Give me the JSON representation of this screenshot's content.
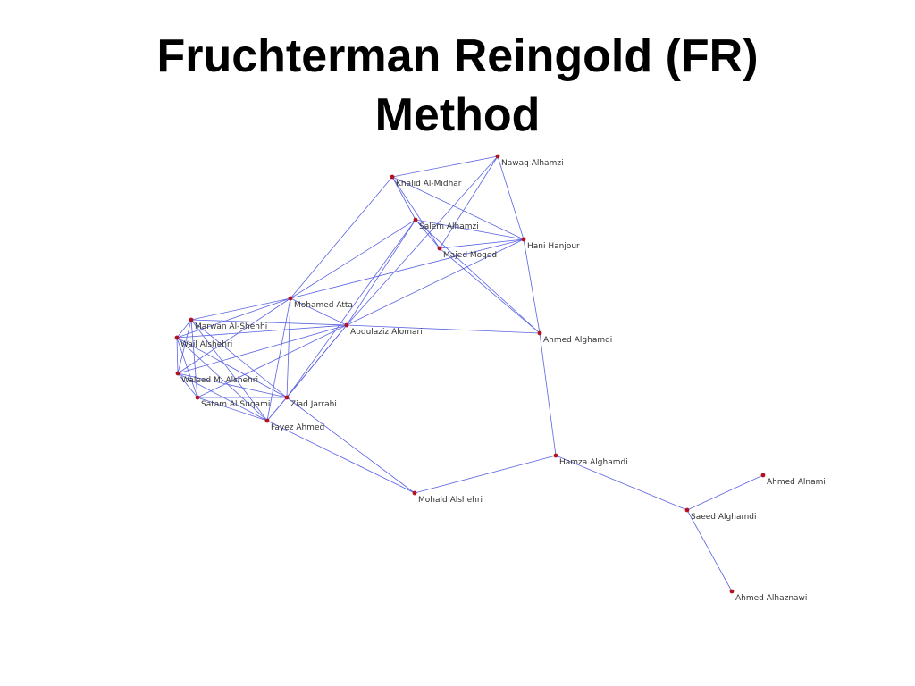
{
  "slide": {
    "title": "Fruchterman Reingold (FR) Method"
  },
  "graph": {
    "edge_color": "#5b63e3",
    "node_color": "#b3121f",
    "nodes": [
      {
        "label": "Nawaq Alhamzi"
      },
      {
        "label": "Khalid Al-Midhar"
      },
      {
        "label": "Salem Alhamzi"
      },
      {
        "label": "Hani Hanjour"
      },
      {
        "label": "Majed Moqed"
      },
      {
        "label": "Mohamed Atta"
      },
      {
        "label": "Abdulaziz Alomari"
      },
      {
        "label": "Ahmed Alghamdi"
      },
      {
        "label": "Marwan Al-Shehhi"
      },
      {
        "label": "Wail Alshehri"
      },
      {
        "label": "Waleed M. Alshehri"
      },
      {
        "label": "Satam Al Suqami"
      },
      {
        "label": "Ziad Jarrahi"
      },
      {
        "label": "Fayez Ahmed"
      },
      {
        "label": "Hamza Alghamdi"
      },
      {
        "label": "Mohald Alshehri"
      },
      {
        "label": "Ahmed Alnami"
      },
      {
        "label": "Saeed Alghamdi"
      },
      {
        "label": "Ahmed Alhaznawi"
      }
    ],
    "edges": [
      [
        0,
        1
      ],
      [
        0,
        3
      ],
      [
        0,
        4
      ],
      [
        0,
        6
      ],
      [
        1,
        2
      ],
      [
        1,
        4
      ],
      [
        1,
        3
      ],
      [
        1,
        5
      ],
      [
        2,
        3
      ],
      [
        2,
        4
      ],
      [
        2,
        7
      ],
      [
        2,
        5
      ],
      [
        2,
        6
      ],
      [
        2,
        12
      ],
      [
        3,
        4
      ],
      [
        3,
        7
      ],
      [
        3,
        5
      ],
      [
        3,
        6
      ],
      [
        4,
        7
      ],
      [
        5,
        6
      ],
      [
        5,
        8
      ],
      [
        5,
        9
      ],
      [
        5,
        10
      ],
      [
        5,
        12
      ],
      [
        5,
        13
      ],
      [
        6,
        7
      ],
      [
        6,
        8
      ],
      [
        6,
        9
      ],
      [
        6,
        10
      ],
      [
        6,
        11
      ],
      [
        6,
        12
      ],
      [
        6,
        13
      ],
      [
        7,
        14
      ],
      [
        8,
        9
      ],
      [
        8,
        10
      ],
      [
        8,
        11
      ],
      [
        8,
        12
      ],
      [
        8,
        13
      ],
      [
        9,
        10
      ],
      [
        9,
        11
      ],
      [
        9,
        12
      ],
      [
        9,
        13
      ],
      [
        10,
        11
      ],
      [
        10,
        12
      ],
      [
        10,
        13
      ],
      [
        11,
        12
      ],
      [
        11,
        13
      ],
      [
        12,
        13
      ],
      [
        12,
        15
      ],
      [
        13,
        15
      ],
      [
        14,
        15
      ],
      [
        14,
        17
      ],
      [
        17,
        16
      ],
      [
        17,
        18
      ]
    ]
  }
}
